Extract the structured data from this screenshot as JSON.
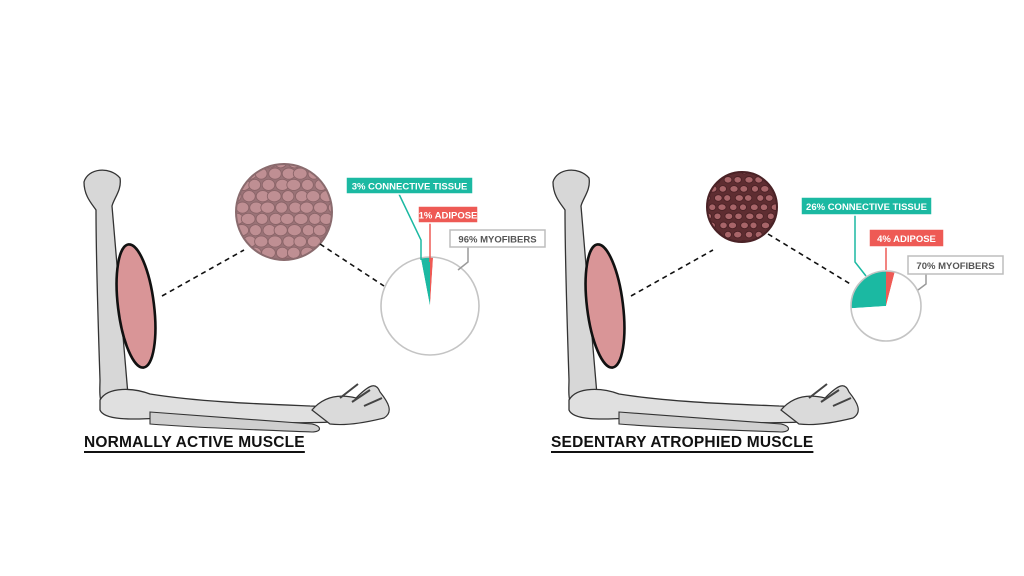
{
  "colors": {
    "connective": "#1bb9a2",
    "adipose": "#ee5a55",
    "myofibers": "#ffffff",
    "muscle_fill": "#d99597",
    "fiber_active": "#bf8f93",
    "fiber_atrophied": "#a86569",
    "matrix_atrophied": "#5e2d31",
    "bone": "#d7d7d7",
    "outline": "#222222"
  },
  "panels": [
    {
      "title": "NORMALLY ACTIVE MUSCLE",
      "labels": {
        "connective": "3% CONNECTIVE TISSUE",
        "adipose": "1% ADIPOSE",
        "myofibers": "96% MYOFIBERS"
      }
    },
    {
      "title": "SEDENTARY ATROPHIED MUSCLE",
      "labels": {
        "connective": "26% CONNECTIVE TISSUE",
        "adipose": "4% ADIPOSE",
        "myofibers": "70% MYOFIBERS"
      }
    }
  ],
  "chart_data": [
    {
      "type": "pie",
      "slices": [
        {
          "label": "CONNECTIVE TISSUE",
          "value": 3
        },
        {
          "label": "ADIPOSE",
          "value": 1
        },
        {
          "label": "MYOFIBERS",
          "value": 96
        }
      ]
    },
    {
      "type": "pie",
      "slices": [
        {
          "label": "CONNECTIVE TISSUE",
          "value": 26
        },
        {
          "label": "ADIPOSE",
          "value": 4
        },
        {
          "label": "MYOFIBERS",
          "value": 70
        }
      ]
    }
  ]
}
